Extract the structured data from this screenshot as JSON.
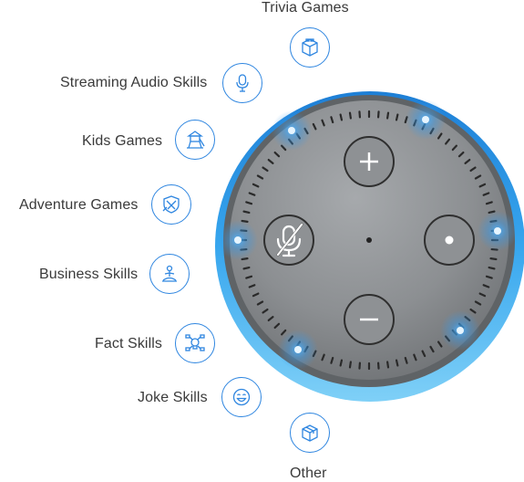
{
  "categories": [
    {
      "label": "Trivia Games",
      "icon": "cube-icon"
    },
    {
      "label": "Streaming Audio Skills",
      "icon": "microphone-icon"
    },
    {
      "label": "Kids Games",
      "icon": "playground-icon"
    },
    {
      "label": "Adventure Games",
      "icon": "shield-swords-icon"
    },
    {
      "label": "Business Skills",
      "icon": "meditating-person-icon"
    },
    {
      "label": "Fact Skills",
      "icon": "lightbulb-network-icon"
    },
    {
      "label": "Joke Skills",
      "icon": "laughing-face-icon"
    },
    {
      "label": "Other",
      "icon": "package-box-icon"
    }
  ],
  "device": {
    "buttons": [
      {
        "name": "volume-up-button",
        "glyph": "+"
      },
      {
        "name": "volume-down-button",
        "glyph": "−"
      },
      {
        "name": "mute-microphone-button",
        "glyph": "mic-off"
      },
      {
        "name": "action-button",
        "glyph": "dot"
      }
    ]
  },
  "colors": {
    "accent": "#2f86e0",
    "ring": "#3aa0e8",
    "top": "#8a8d90",
    "label": "#3a3a3a"
  }
}
